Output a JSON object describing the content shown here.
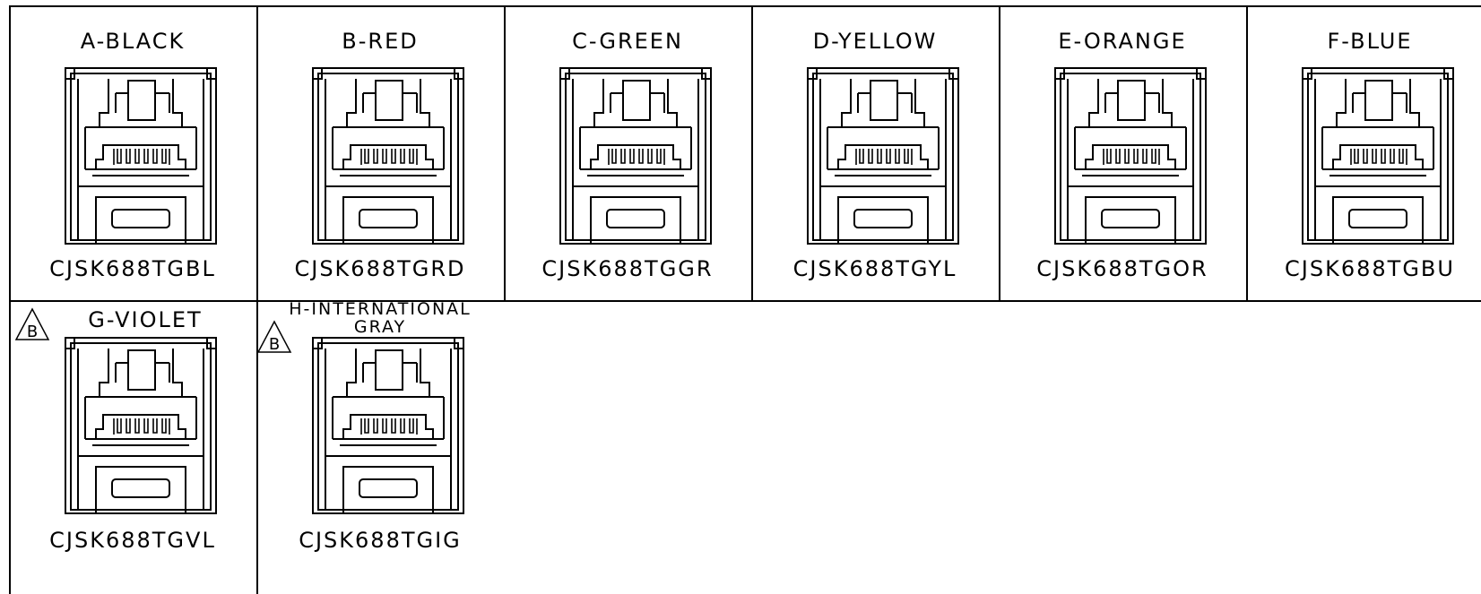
{
  "cells": [
    {
      "title": "A-BLACK",
      "part": "CJSK688TGBL"
    },
    {
      "title": "B-RED",
      "part": "CJSK688TGRD"
    },
    {
      "title": "C-GREEN",
      "part": "CJSK688TGGR"
    },
    {
      "title": "D-YELLOW",
      "part": "CJSK688TGYL"
    },
    {
      "title": "E-ORANGE",
      "part": "CJSK688TGOR"
    },
    {
      "title": "F-BLUE",
      "part": "CJSK688TGBU"
    },
    {
      "title": "G-VIOLET",
      "part": "CJSK688TGVL",
      "revision": "B"
    },
    {
      "title_line1": "H-INTERNATIONAL",
      "title_line2": "GRAY",
      "part": "CJSK688TGIG",
      "revision": "B"
    }
  ]
}
